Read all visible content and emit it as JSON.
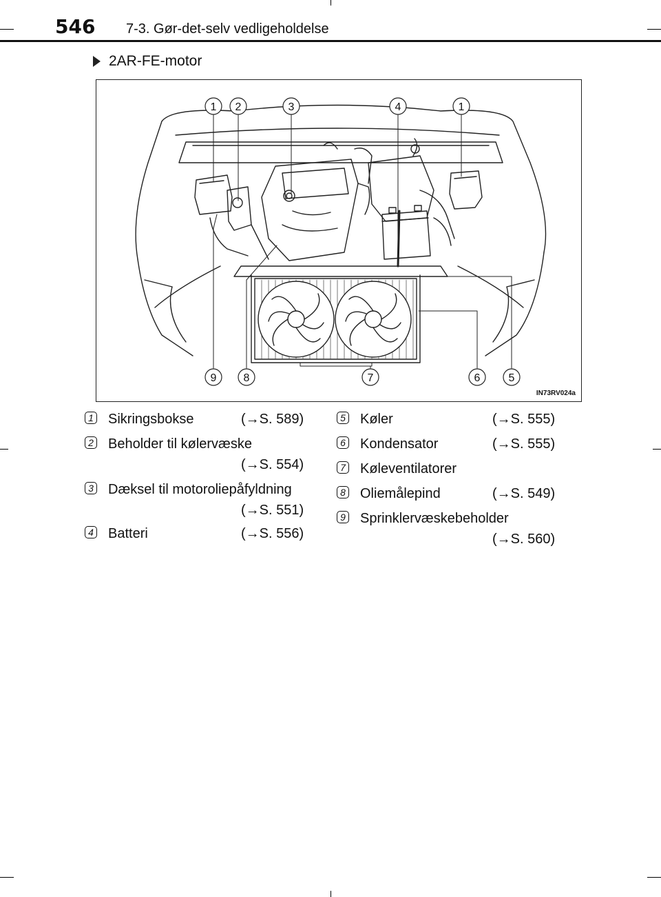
{
  "header": {
    "page_number": "546",
    "section": "7-3. Gør-det-selv vedligeholdelse"
  },
  "subsection": {
    "title": "2AR-FE-motor"
  },
  "figure": {
    "code": "IN73RV024a",
    "callouts_top": [
      "1",
      "2",
      "3",
      "4",
      "1"
    ],
    "callouts_bottom": [
      "9",
      "8",
      "7",
      "6",
      "5"
    ]
  },
  "legend_left": [
    {
      "num": "1",
      "label": "Sikringsbokse",
      "ref": "(→S. 589)"
    },
    {
      "num": "2",
      "label": "Beholder til kølervæske",
      "ref": "(→S. 554)"
    },
    {
      "num": "3",
      "label": "Dæksel til motoroliepåfyldning",
      "ref": "(→S. 551)"
    },
    {
      "num": "4",
      "label": "Batteri",
      "ref": "(→S. 556)"
    }
  ],
  "legend_right": [
    {
      "num": "5",
      "label": "Køler",
      "ref": "(→S. 555)"
    },
    {
      "num": "6",
      "label": "Kondensator",
      "ref": "(→S. 555)"
    },
    {
      "num": "7",
      "label": "Køleventilatorer",
      "ref": ""
    },
    {
      "num": "8",
      "label": "Oliemålepind",
      "ref": "(→S. 549)"
    },
    {
      "num": "9",
      "label": "Sprinklervæskebeholder",
      "ref": "(→S. 560)"
    }
  ]
}
